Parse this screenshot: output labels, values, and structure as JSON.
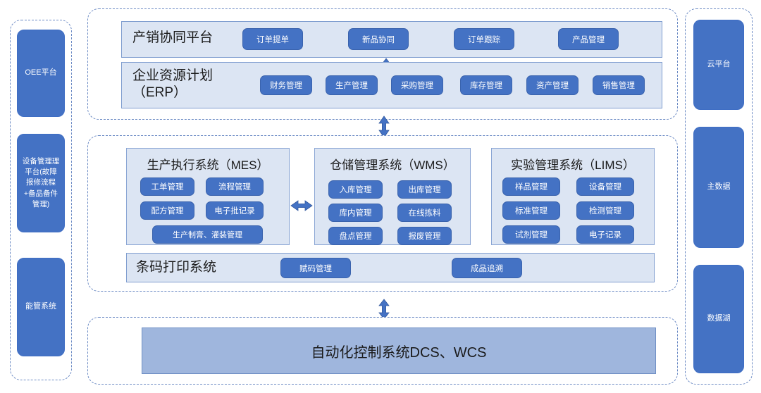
{
  "diagram": {
    "title": "企业信息化系统架构图",
    "colors": {
      "primary_blue": "#4472c4",
      "panel_fill": "#dce5f3",
      "dcs_fill": "#9fb6dd",
      "dashed_border": "#6b8ac4",
      "panel_border": "#7f9dcf",
      "text_dark": "#1a1a1a",
      "text_light": "#ffffff"
    }
  },
  "left_rail": {
    "items": [
      {
        "label": "OEE平台"
      },
      {
        "label": "设备管理理平台(故障报修流程+备品备件管理)"
      },
      {
        "label": "能管系统"
      }
    ]
  },
  "right_rail": {
    "items": [
      {
        "label": "云平台"
      },
      {
        "label": "主数据"
      },
      {
        "label": "数据湖"
      }
    ]
  },
  "top_group": {
    "panels": [
      {
        "title": "产销协同平台",
        "buttons": [
          {
            "label": "订单提单"
          },
          {
            "label": "新品协同"
          },
          {
            "label": "订单跟踪"
          },
          {
            "label": "产品管理"
          }
        ]
      },
      {
        "title": "企业资源计划\n（ERP）",
        "buttons": [
          {
            "label": "财务管理"
          },
          {
            "label": "生产管理"
          },
          {
            "label": "采购管理"
          },
          {
            "label": "库存管理"
          },
          {
            "label": "资产管理"
          },
          {
            "label": "销售管理"
          }
        ]
      }
    ]
  },
  "middle_group": {
    "subsystems": [
      {
        "title": "生产执行系统（MES）",
        "buttons": [
          {
            "label": "工单管理"
          },
          {
            "label": "流程管理"
          },
          {
            "label": "配方管理"
          },
          {
            "label": "电子批记录"
          },
          {
            "label": "生产制膏、灌装管理"
          }
        ]
      },
      {
        "title": "仓储管理系统（WMS）",
        "buttons": [
          {
            "label": "入库管理"
          },
          {
            "label": "出库管理"
          },
          {
            "label": "库内管理"
          },
          {
            "label": "在线拣料"
          },
          {
            "label": "盘点管理"
          },
          {
            "label": "报废管理"
          }
        ]
      },
      {
        "title": "实验管理系统（LIMS）",
        "buttons": [
          {
            "label": "样品管理"
          },
          {
            "label": "设备管理"
          },
          {
            "label": "标准管理"
          },
          {
            "label": "检测管理"
          },
          {
            "label": "试剂管理"
          },
          {
            "label": "电子记录"
          }
        ]
      }
    ],
    "barcode_panel": {
      "title": "条码打印系统",
      "buttons": [
        {
          "label": "赋码管理"
        },
        {
          "label": "成品追溯"
        }
      ]
    }
  },
  "bottom_group": {
    "band": {
      "label": "自动化控制系统DCS、WCS"
    }
  },
  "arrows": {
    "platform_to_erp": "double-vertical-arrow",
    "top_to_middle": "double-vertical-arrow",
    "mes_to_wms": "double-horizontal-arrow",
    "wms_to_lims": "double-horizontal-arrow",
    "middle_to_bottom": "double-vertical-arrow"
  }
}
